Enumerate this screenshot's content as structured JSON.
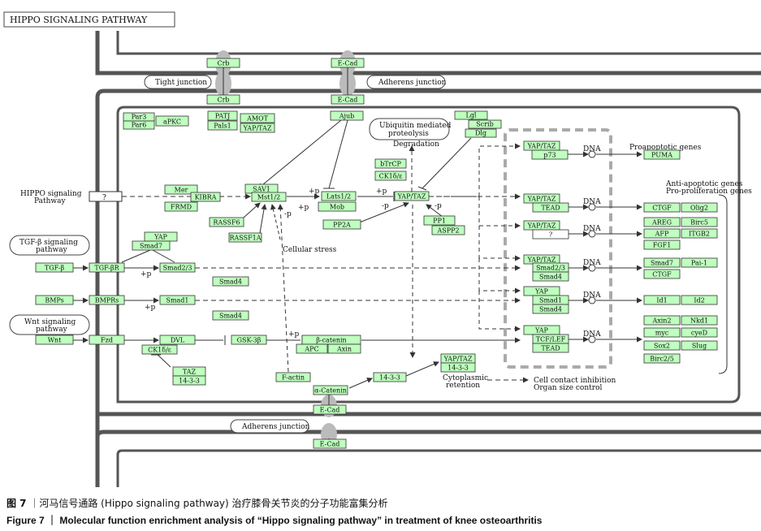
{
  "title": "HIPPO SIGNALING PATHWAY",
  "colors": {
    "gene_fill": "#bfffbf",
    "membrane": "#555555",
    "dash_box": "#aaaaaa"
  },
  "labels": {
    "tight_junction": "Tight junction",
    "adherens_junction_top": "Adherens junction",
    "adherens_junction_bottom": "Adherens junction",
    "hippo_pathway": "HIPPO signaling",
    "hippo_pathway2": "Pathway",
    "tgf_pathway": "TGF-β signaling",
    "tgf_pathway2": "pathway",
    "wnt_pathway": "Wnt signaling",
    "wnt_pathway2": "pathway",
    "ubiquitin": "Ubiquitin mediated",
    "ubiquitin2": "proteolysis",
    "degradation": "Degradation",
    "cellular_stress": "Cellular stress",
    "cytoplasmic": "Cytoplasmic",
    "cytoplasmic2": "retention",
    "contact_inhibition": "Cell contact inhibition",
    "contact_inhibition2": "Organ size control",
    "proapoptotic": "Proapoptotic genes",
    "antiapoptotic": "Anti-apoptotic genes",
    "proliferation": "Pro-proliferation genes",
    "dna": "DNA",
    "plus_p": "+p",
    "minus_p": "-p",
    "question": "?"
  },
  "nodes": {
    "crb_top": "Crb",
    "crb_bot": "Crb",
    "ecad_top": "E-Cad",
    "ecad_mid": "E-Cad",
    "ecad_low": "E-Cad",
    "ecad_bottom": "E-Cad",
    "par3": "Par3",
    "par6": "Par6",
    "apkc": "aPKC",
    "patj": "PATJ",
    "pals1": "Pals1",
    "amot": "AMOT",
    "yaptaz_amot": "YAP/TAZ",
    "ajub": "Ajub",
    "lgl": "Lgl",
    "scrib": "Scrib",
    "dlg": "Dlg",
    "btrcp": "bTrCP",
    "ck1": "CK1δ/ε",
    "mer": "Mer",
    "kibra": "KIBRA",
    "frmd": "FRMD",
    "sav1": "SAV1",
    "mst": "Mst1/2",
    "lats": "Lats1/2",
    "mob": "Mob",
    "yaptaz_main": "YAP/TAZ",
    "rassf6": "RASSF6",
    "rassf1a": "RASSF1A",
    "pp2a": "PP2A",
    "pp1": "PP1",
    "aspp2": "ASPP2",
    "yap_tgf": "YAP",
    "smad7": "Smad7",
    "tgfb": "TGF-β",
    "tgfbr": "TGF-βR",
    "smad23": "Smad2/3",
    "smad4_a": "Smad4",
    "bmps": "BMPs",
    "bmprs": "BMPRs",
    "smad1": "Smad1",
    "smad4_b": "Smad4",
    "wnt": "Wnt",
    "fzd": "Fzd",
    "dvl": "DVL",
    "ck1e": "CK1δ/ε",
    "gsk": "GSK-3β",
    "bcat": "β-catenin",
    "apc": "APC",
    "axin": "Axin",
    "taz": "TAZ",
    "p1433a": "14-3-3",
    "factin": "F-actin",
    "acat": "α-Catenin",
    "p1433b": "14-3-3",
    "yaptaz_cyto": "YAP/TAZ",
    "p1433c": "14-3-3",
    "n_yaptaz1": "YAP/TAZ",
    "n_p73": "p73",
    "n_yaptaz2": "YAP/TAZ",
    "n_tead1": "TEAD",
    "n_yaptaz3": "YAP/TAZ",
    "n_q": "?",
    "n_yaptaz4": "YAP/TAZ",
    "n_smad23": "Smad2/3",
    "n_smad4a": "Smad4",
    "n_yap5": "YAP",
    "n_smad1": "Smad1",
    "n_smad4b": "Smad4",
    "n_yap6": "YAP",
    "n_tcf": "TCF/LEF",
    "n_tead2": "TEAD",
    "puma": "PUMA",
    "ctgf1": "CTGF",
    "olig2": "Olig2",
    "areg": "AREG",
    "birc5": "Birc5",
    "afp": "AFP",
    "itgb2": "ITGB2",
    "fgf1": "FGF1",
    "smad7t": "Smad7",
    "pai1": "Pai-1",
    "ctgf2": "CTGF",
    "id1": "Id1",
    "id2": "Id2",
    "axin2": "Axin2",
    "nkd1": "Nkd1",
    "myc": "myc",
    "cyed": "cyeD",
    "sox2": "Sox2",
    "slug": "Slug",
    "birc25": "Birc2/5"
  },
  "caption": {
    "cn_num": "图 7",
    "cn_text": "｜河马信号通路 (Hippo signaling pathway) 治疗膝骨关节炎的分子功能富集分析",
    "en_num": "Figure 7",
    "en_text": "｜ Molecular function enrichment analysis of “Hippo signaling pathway” in treatment of knee osteoarthritis"
  }
}
